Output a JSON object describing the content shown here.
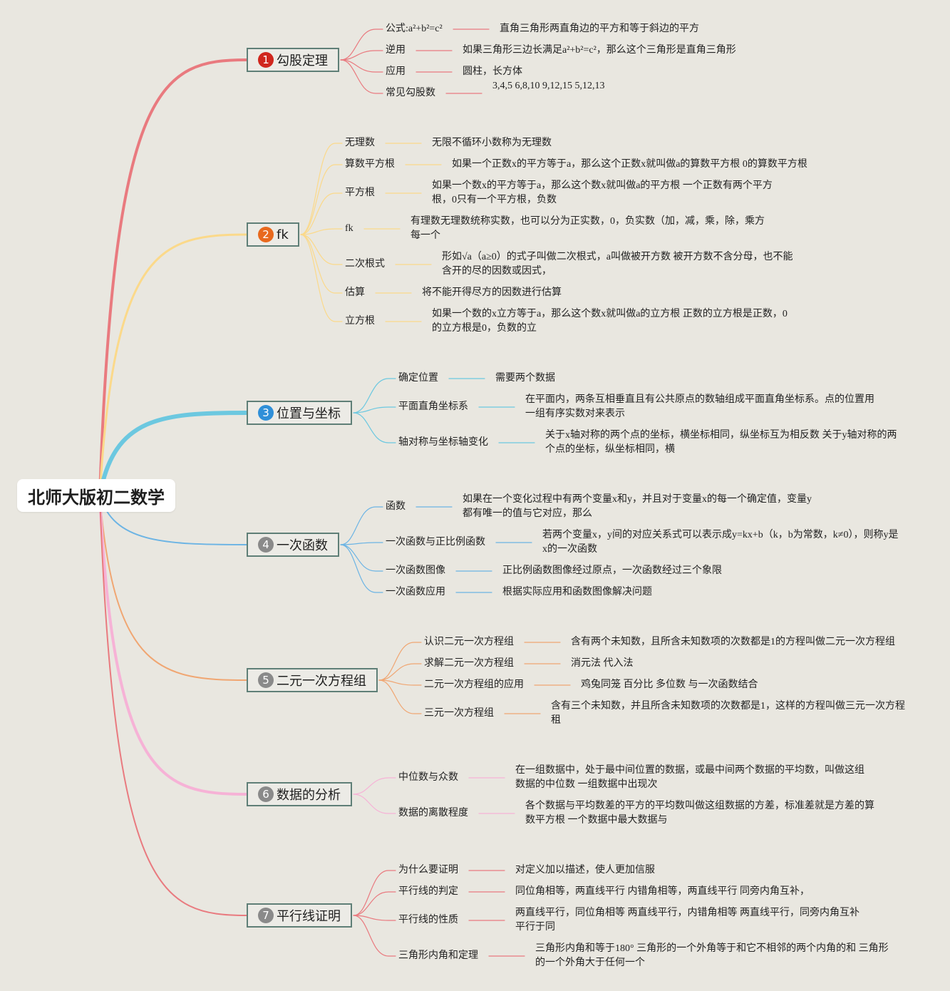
{
  "root": {
    "label": "北师大版初二数学"
  },
  "branches": [
    {
      "num": "1",
      "label": "勾股定理",
      "color": "#e97a7f",
      "badge": "#d0261d",
      "topics": [
        {
          "label": "公式:a²+b²=c²",
          "detail": "直角三角形两直角边的平方和等于斜边的平方"
        },
        {
          "label": "逆用",
          "detail": "如果三角形三边长满足a²+b²=c²，那么这个三角形是直角三角形"
        },
        {
          "label": "应用",
          "detail": "圆柱，长方体"
        },
        {
          "label": "常见勾股数",
          "detail": "3,4,5 6,8,10 9,12,15 5,12,13"
        }
      ]
    },
    {
      "num": "2",
      "label": "fk",
      "color": "#fbd98a",
      "badge": "#e8691e",
      "topics": [
        {
          "label": "无理数",
          "detail": "无限不循环小数称为无理数"
        },
        {
          "label": "算数平方根",
          "detail": "如果一个正数x的平方等于a，那么这个正数x就叫做a的算数平方根 0的算数平方根"
        },
        {
          "label": "平方根",
          "detail": "如果一个数x的平方等于a，那么这个数x就叫做a的平方根 一个正数有两个平方根，0只有一个平方根，负数"
        },
        {
          "label": "fk",
          "detail": "有理数无理数统称实数，也可以分为正实数，0，负实数（加，减，乘，除，乘方 每一个"
        },
        {
          "label": "二次根式",
          "detail": "形如√a（a≥0）的式子叫做二次根式，a叫做被开方数 被开方数不含分母，也不能含开的尽的因数或因式，"
        },
        {
          "label": "估算",
          "detail": "将不能开得尽方的因数进行估算"
        },
        {
          "label": "立方根",
          "detail": "如果一个数的x立方等于a，那么这个数x就叫做a的立方根 正数的立方根是正数，0的立方根是0，负数的立"
        }
      ]
    },
    {
      "num": "3",
      "label": "位置与坐标",
      "color": "#6cc8e0",
      "badge": "#2f8fd8",
      "topics": [
        {
          "label": "确定位置",
          "detail": "需要两个数据"
        },
        {
          "label": "平面直角坐标系",
          "detail": "在平面内，两条互相垂直且有公共原点的数轴组成平面直角坐标系。点的位置用一组有序实数对来表示"
        },
        {
          "label": "轴对称与坐标轴变化",
          "detail": "关于x轴对称的两个点的坐标，横坐标相同，纵坐标互为相反数 关于y轴对称的两个点的坐标，纵坐标相同，横"
        }
      ]
    },
    {
      "num": "4",
      "label": "一次函数",
      "color": "#6cb4e4",
      "badge": "#8a8a8a",
      "topics": [
        {
          "label": "函数",
          "detail": "如果在一个变化过程中有两个变量x和y，并且对于变量x的每一个确定值，变量y都有唯一的值与它对应，那么"
        },
        {
          "label": "一次函数与正比例函数",
          "detail": "若两个变量x，y间的对应关系式可以表示成y=kx+b（k，b为常数，k≠0），则称y是x的一次函数"
        },
        {
          "label": "一次函数图像",
          "detail": "正比例函数图像经过原点，一次函数经过三个象限"
        },
        {
          "label": "一次函数应用",
          "detail": "根据实际应用和函数图像解决问题"
        }
      ]
    },
    {
      "num": "5",
      "label": "二元一次方程组",
      "color": "#f0a672",
      "badge": "#8a8a8a",
      "topics": [
        {
          "label": "认识二元一次方程组",
          "detail": "含有两个未知数，且所含未知数项的次数都是1的方程叫做二元一次方程组"
        },
        {
          "label": "求解二元一次方程组",
          "detail": "消元法 代入法"
        },
        {
          "label": "二元一次方程组的应用",
          "detail": "鸡兔同笼 百分比 多位数 与一次函数结合"
        },
        {
          "label": "三元一次方程组",
          "detail": "含有三个未知数，并且所含未知数项的次数都是1，这样的方程叫做三元一次方程租"
        }
      ]
    },
    {
      "num": "6",
      "label": "数据的分析",
      "color": "#f6b2d6",
      "badge": "#8a8a8a",
      "topics": [
        {
          "label": "中位数与众数",
          "detail": "在一组数据中，处于最中间位置的数据，或最中间两个数据的平均数，叫做这组数据的中位数 一组数据中出现次"
        },
        {
          "label": "数据的离散程度",
          "detail": "各个数据与平均数差的平方的平均数叫做这组数据的方差，标准差就是方差的算数平方根 一个数据中最大数据与"
        }
      ]
    },
    {
      "num": "7",
      "label": "平行线证明",
      "color": "#e97a7f",
      "badge": "#8a8a8a",
      "topics": [
        {
          "label": "为什么要证明",
          "detail": "对定义加以描述，使人更加信服"
        },
        {
          "label": "平行线的判定",
          "detail": "同位角相等，两直线平行 内错角相等，两直线平行 同旁内角互补，"
        },
        {
          "label": "平行线的性质",
          "detail": "两直线平行，同位角相等 两直线平行，内错角相等 两直线平行，同旁内角互补平行于同"
        },
        {
          "label": "三角形内角和定理",
          "detail": "三角形内角和等于180° 三角形的一个外角等于和它不相邻的两个内角的和 三角形的一个外角大于任何一个"
        }
      ]
    }
  ]
}
